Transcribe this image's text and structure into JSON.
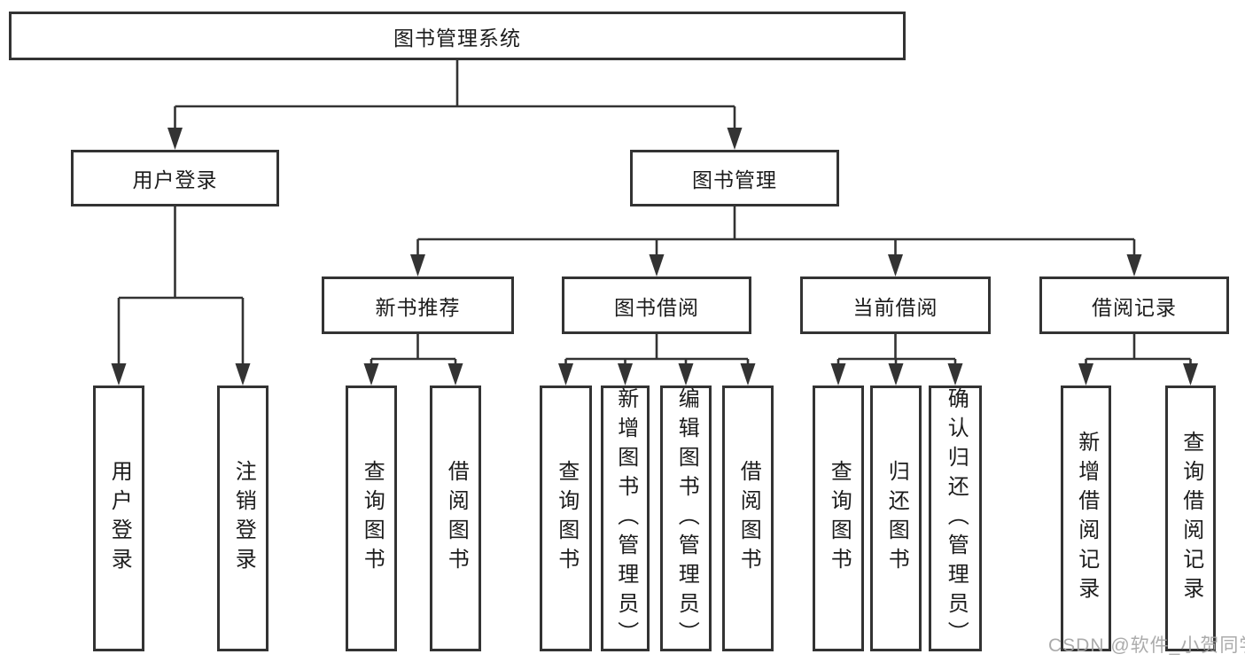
{
  "colors": {
    "line": "#333333",
    "box_border": "#333333",
    "text": "#1c1c1c",
    "watermark": "#a2a2a2",
    "background": "#ffffff"
  },
  "diagram": {
    "root": {
      "label": "图书管理系统"
    },
    "level2": [
      {
        "label": "用户登录"
      },
      {
        "label": "图书管理"
      }
    ],
    "level3": [
      {
        "label": "新书推荐"
      },
      {
        "label": "图书借阅"
      },
      {
        "label": "当前借阅"
      },
      {
        "label": "借阅记录"
      }
    ],
    "leaves": {
      "user_login": [
        "用户登录",
        "注销登录"
      ],
      "new_book_recommend": [
        "查询图书",
        "借阅图书"
      ],
      "book_borrow": [
        "查询图书",
        "新增图书（管理员）",
        "编辑图书（管理员）",
        "借阅图书"
      ],
      "current_borrow": [
        "查询图书",
        "归还图书",
        "确认归还（管理员）"
      ],
      "borrow_records": [
        "新增借阅记录",
        "查询借阅记录"
      ]
    }
  },
  "watermark": "CSDN @软件_小贺同学"
}
